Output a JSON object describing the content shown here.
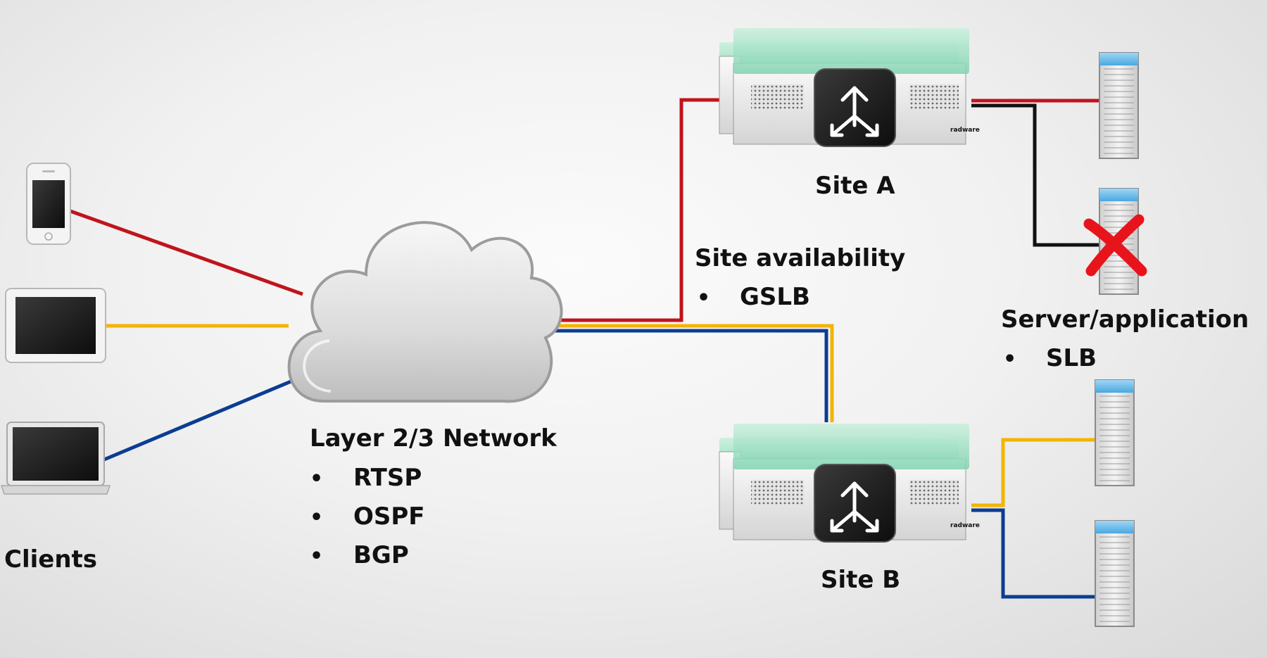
{
  "colors": {
    "red": "#c0141c",
    "yellow": "#f4b400",
    "blue": "#0b3d91",
    "black": "#111111",
    "fail": "#e8141c"
  },
  "clients": {
    "label": "Clients",
    "devices": [
      "phone-icon",
      "tablet-icon",
      "laptop-icon"
    ]
  },
  "network": {
    "title": "Layer 2/3 Network",
    "items": [
      "RTSP",
      "OSPF",
      "BGP"
    ]
  },
  "site_availability": {
    "title": "Site availability",
    "items": [
      "GSLB"
    ]
  },
  "site_a": {
    "label": "Site A",
    "brand": "radware"
  },
  "site_b": {
    "label": "Site B",
    "brand": "radware"
  },
  "server_application": {
    "title": "Server/application",
    "items": [
      "SLB"
    ]
  },
  "bullet": "•"
}
